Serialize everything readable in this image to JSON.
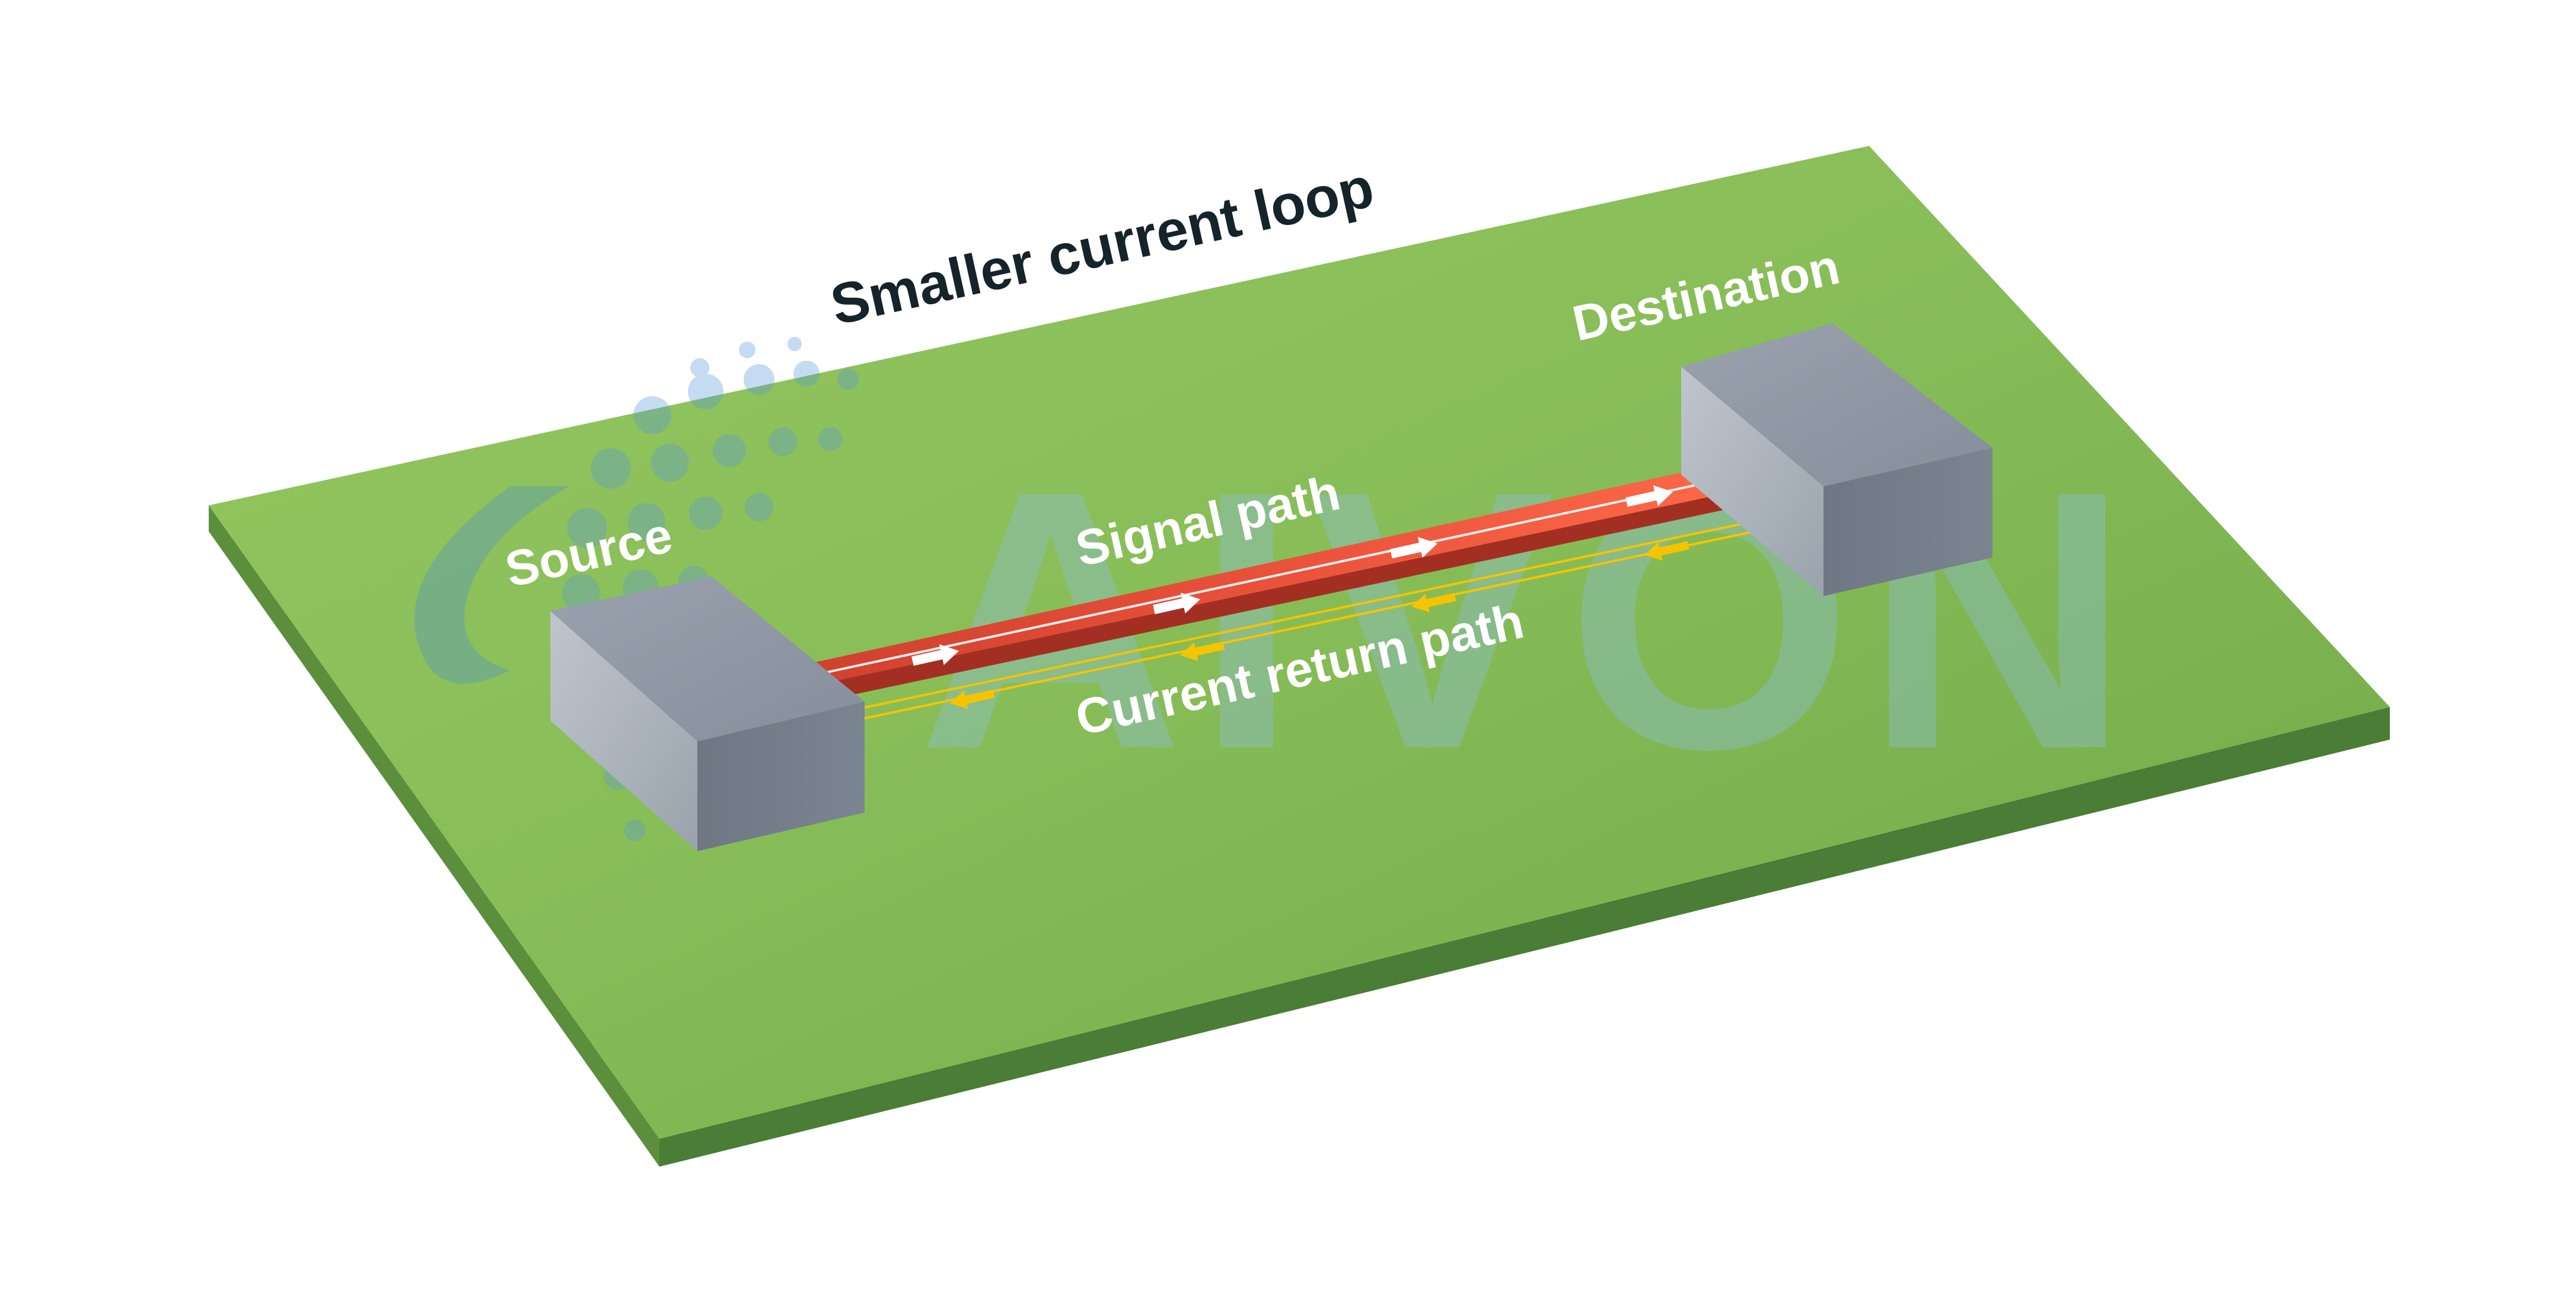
{
  "diagram": {
    "title": "Smaller current loop",
    "labels": {
      "source": "Source",
      "destination": "Destination",
      "signal_path": "Signal path",
      "return_path": "Current return path"
    },
    "watermark": "AIVON",
    "colors": {
      "board_top": "#8cc05a",
      "board_side": "#4a7d35",
      "trace": "#e8503a",
      "block": "#8b95a1",
      "return_path": "#f5c400",
      "arrow": "#ffffff"
    },
    "icons": {
      "signal_arrow": "right-arrow-icon",
      "return_arrow": "left-arrow-icon"
    }
  }
}
